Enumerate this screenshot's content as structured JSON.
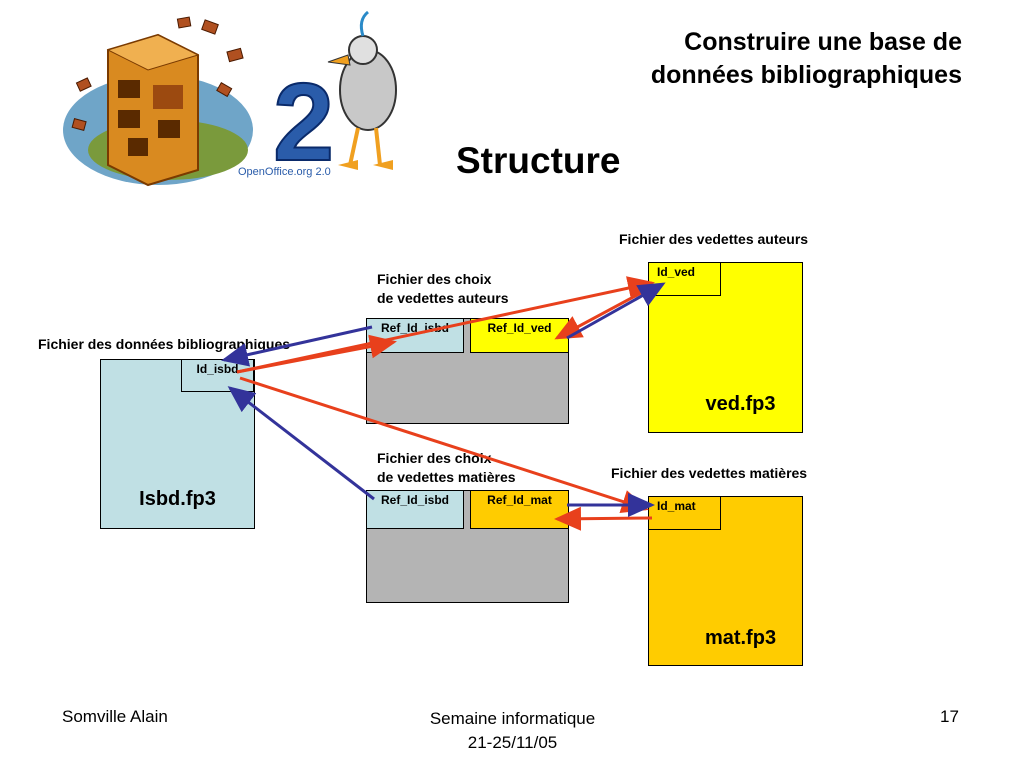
{
  "header": {
    "title_line1": "Construire une base de",
    "title_line2": "données bibliographiques",
    "slide_title": "Structure"
  },
  "logo": {
    "brand_text": "OpenOffice.org 2.0",
    "number": "2"
  },
  "diagram": {
    "tables": {
      "isbd": {
        "caption": "Fichier des données bibliographiques",
        "key_field": "Id_isbd",
        "file_name": "Isbd.fp3",
        "color": "#c0e0e4"
      },
      "choix_auteurs": {
        "caption_line1": "Fichier des choix",
        "caption_line2": "de vedettes auteurs",
        "field_isbd": "Ref_Id_isbd",
        "field_ref": "Ref_Id_ved",
        "color": "#b4b4b4"
      },
      "choix_matieres": {
        "caption_line1": "Fichier des choix",
        "caption_line2": "de vedettes matières",
        "field_isbd": "Ref_Id_isbd",
        "field_ref": "Ref_Id_mat",
        "color": "#b4b4b4"
      },
      "ved": {
        "caption": "Fichier des vedettes auteurs",
        "key_field": "Id_ved",
        "file_name": "ved.fp3",
        "color": "#ffff00"
      },
      "mat": {
        "caption": "Fichier des vedettes matières",
        "key_field": "Id_mat",
        "file_name": "mat.fp3",
        "color": "#ffcc00"
      }
    },
    "arrow_colors": {
      "red": "#e8401c",
      "blue": "#33339a"
    }
  },
  "footer": {
    "author": "Somville Alain",
    "event_line1": "Semaine informatique",
    "event_line2": "21-25/11/05",
    "page_number": "17"
  }
}
